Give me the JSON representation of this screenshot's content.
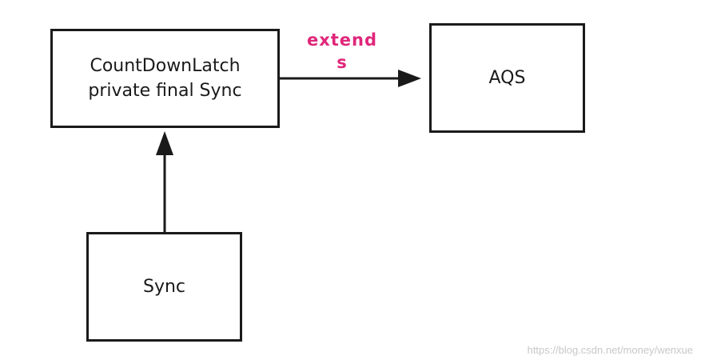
{
  "nodes": {
    "countdownlatch": {
      "line1": "CountDownLatch",
      "line2": "private final Sync"
    },
    "aqs": {
      "label": "AQS"
    },
    "sync": {
      "label": "Sync"
    }
  },
  "edges": {
    "extends_label_line1": "extend",
    "extends_label_line2": "s"
  },
  "colors": {
    "stroke": "#1a1a1a",
    "edge_label": "#e0267a",
    "background": "#ffffff"
  },
  "watermark": "https://blog.csdn.net/money/wenxue"
}
